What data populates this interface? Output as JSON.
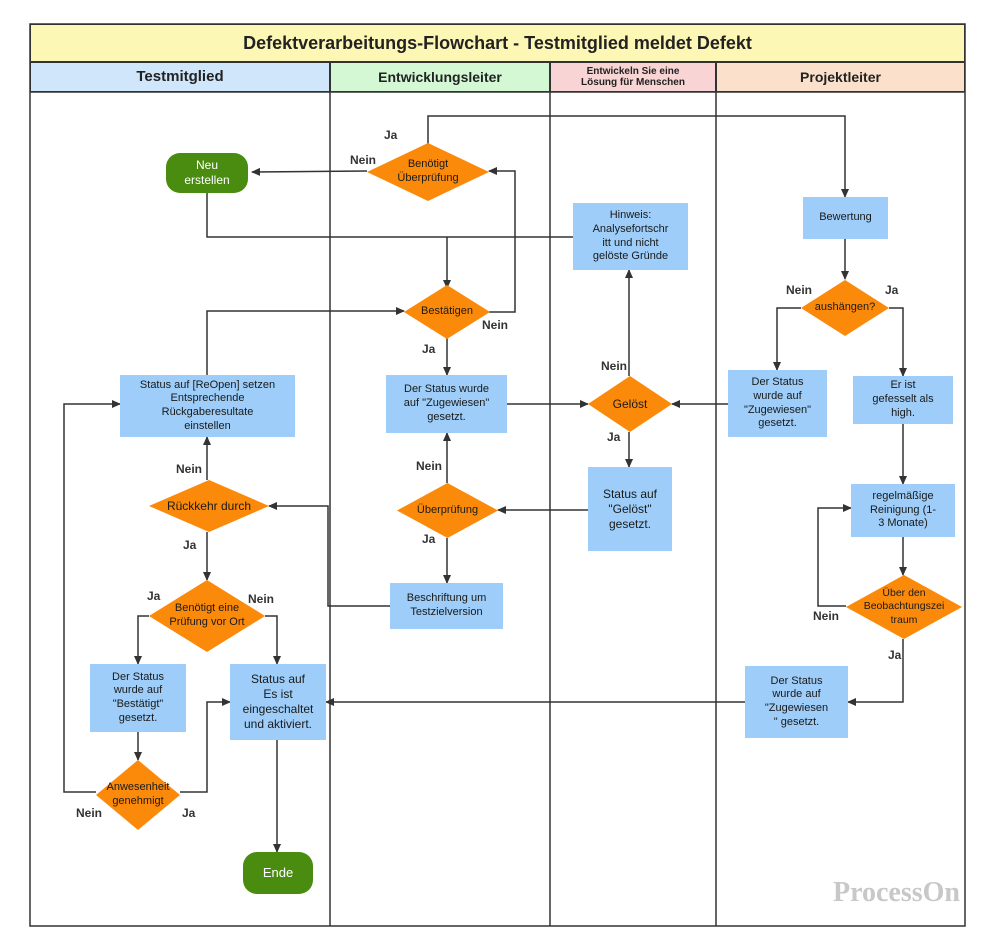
{
  "title": "Defektverarbeitungs-Flowchart - Testmitglied meldet Defekt",
  "lanes": [
    {
      "label": "Testmitglied",
      "color": "#cfe6fb"
    },
    {
      "label": "Entwicklungsleiter",
      "color": "#d3f8d3"
    },
    {
      "label": "Entwickeln Sie eine\nLösung für Menschen",
      "color": "#f8d4d4"
    },
    {
      "label": "Projektleiter",
      "color": "#fbe1cb"
    }
  ],
  "colors": {
    "process": "#9dcdf8",
    "decision": "#fb8a0b",
    "terminal": "#4a8c10",
    "line": "#333333"
  },
  "nodes": {
    "neu_erstellen": "Neu\nerstellen",
    "benoetigt_ueberpruefung": "Benötigt\nÜberprüfung",
    "hinweis": "Hinweis:\nAnalysefortschr\nitt und nicht\ngelöste Gründe",
    "bewertung": "Bewertung",
    "aushaengen": "aushängen?",
    "bestaetigen": "Bestätigen",
    "status_reopen": "Status auf [ReOpen] setzen\nEntsprechende\nRückgaberesultate\neinstellen",
    "status_zugewiesen_dev": "Der Status wurde\nauf \"Zugewiesen\"\ngesetzt.",
    "geloest": "Gelöst",
    "status_zugewiesen_pm": "Der Status\nwurde auf\n\"Zugewiesen\"\ngesetzt.",
    "gefesselt": "Er ist\ngefesselt als\nhigh.",
    "rueckkehr": "Rückkehr durch",
    "ueberpruefung": "Überprüfung",
    "status_geloest": "Status auf\n\"Gelöst\"\ngesetzt.",
    "reinigung": "regelmäßige\nReinigung (1-\n3 Monate)",
    "pruefung_vor_ort": "Benötigt eine\nPrüfung vor Ort",
    "beschriftung": "Beschriftung um\nTestzielversion",
    "beobachtung": "Über den\nBeobachtungszei\ntraum",
    "status_bestaetigt": "Der Status\nwurde auf\n\"Bestätigt\"\ngesetzt.",
    "aktiviert": "Status auf\nEs ist\neingeschaltet\nund aktiviert.",
    "status_zugewiesen_final": "Der Status\nwurde auf\n\"Zugewiesen\n\" gesetzt.",
    "anwesenheit": "Anwesenheit\ngenehmigt",
    "ende": "Ende"
  },
  "labels": {
    "ja": "Ja",
    "nein": "Nein"
  },
  "watermark": "ProcessOn"
}
